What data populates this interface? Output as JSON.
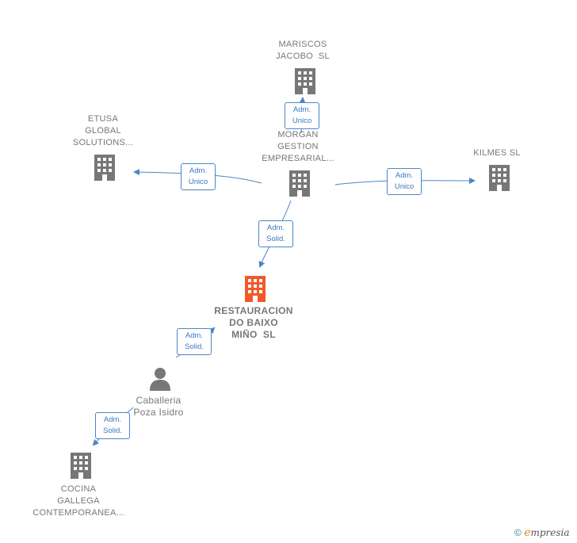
{
  "nodes": {
    "mariscos": {
      "label": "MARISCOS\nJACOBO  SL"
    },
    "etusa": {
      "label": "ETUSA\nGLOBAL\nSOLUTIONS..."
    },
    "morgan": {
      "label": "MORGAN\nGESTION\nEMPRESARIAL..."
    },
    "kilmes": {
      "label": "KILMES SL"
    },
    "restauracion": {
      "label": "RESTAURACION\nDO BAIXO\nMIÑO  SL"
    },
    "caballeria": {
      "label": "Caballeria\nPoza Isidro"
    },
    "cocina": {
      "label": "COCINA\nGALLEGA\nCONTEMPORANEA..."
    }
  },
  "roles": {
    "r1": {
      "line1": "Adm.",
      "line2": "Unico"
    },
    "r2": {
      "line1": "Adm.",
      "line2": "Unico"
    },
    "r3": {
      "line1": "Adm.",
      "line2": "Unico"
    },
    "r4": {
      "line1": "Adm.",
      "line2": "Solid."
    },
    "r5": {
      "line1": "Adm.",
      "line2": "Solid."
    },
    "r6": {
      "line1": "Adm.",
      "line2": "Solid."
    }
  },
  "colors": {
    "building": "#777777",
    "main_building": "#f05a28",
    "edge": "#4a86c8",
    "person": "#777777"
  },
  "brand": {
    "symbol": "©",
    "e": "e",
    "rest": "mpresia"
  }
}
